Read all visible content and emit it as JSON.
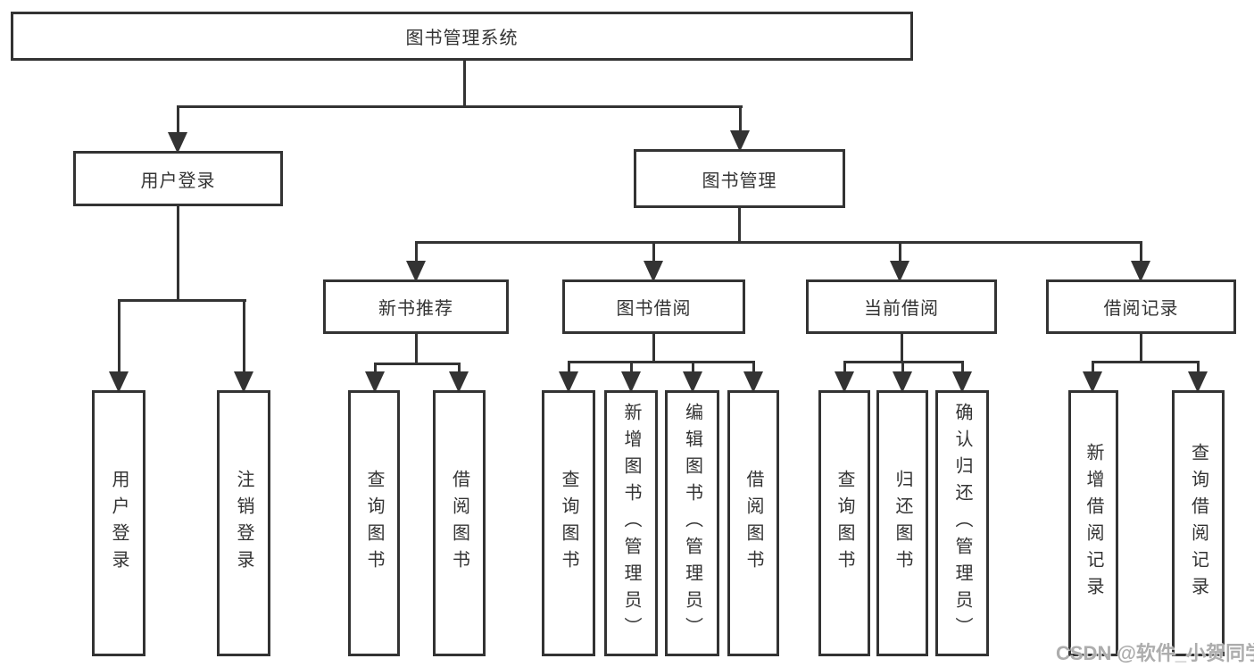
{
  "tree": {
    "label": "图书管理系统",
    "children": [
      {
        "label": "用户登录",
        "children": [
          {
            "label": "用户登录"
          },
          {
            "label": "注销登录"
          }
        ]
      },
      {
        "label": "图书管理",
        "children": [
          {
            "label": "新书推荐",
            "children": [
              {
                "label": "查询图书"
              },
              {
                "label": "借阅图书"
              }
            ]
          },
          {
            "label": "图书借阅",
            "children": [
              {
                "label": "查询图书"
              },
              {
                "label": "新增图书（管理员）"
              },
              {
                "label": "编辑图书（管理员）"
              },
              {
                "label": "借阅图书"
              }
            ]
          },
          {
            "label": "当前借阅",
            "children": [
              {
                "label": "查询图书"
              },
              {
                "label": "归还图书"
              },
              {
                "label": "确认归还（管理员）"
              }
            ]
          },
          {
            "label": "借阅记录",
            "children": [
              {
                "label": "新增借阅记录"
              },
              {
                "label": "查询借阅记录"
              }
            ]
          }
        ]
      }
    ]
  },
  "watermark": "CSDN @软件_小贺同学",
  "colors": {
    "line": "#333333",
    "text": "#333333",
    "box_background": "#ffffff",
    "watermark": "#adadad"
  }
}
